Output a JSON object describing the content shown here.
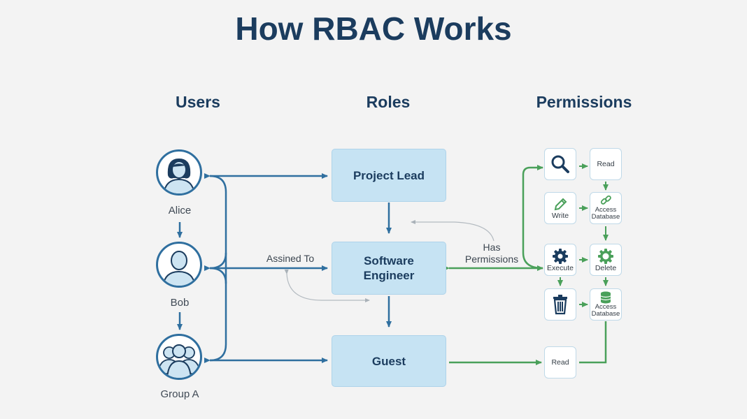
{
  "title": "How RBAC Works",
  "columns": {
    "users": "Users",
    "roles": "Roles",
    "permissions": "Permissions"
  },
  "users": [
    "Alice",
    "Bob",
    "Group A"
  ],
  "roles": {
    "lead": "Project Lead",
    "engineer": "Software Engineer",
    "guest": "Guest"
  },
  "edge_labels": {
    "assigned": "Assined To",
    "has_permissions": "Has Permissions"
  },
  "permissions": {
    "read": "Read",
    "write": "Write",
    "access_db_1": "Access Database",
    "execute": "Execute",
    "delete": "Delete",
    "access_db_2": "Access Database",
    "guest_read": "Read"
  },
  "colors": {
    "title": "#1b3c5e",
    "user_arrow": "#2f6f9f",
    "permission_arrow": "#4aa05a",
    "role_fill": "#c6e3f3"
  }
}
